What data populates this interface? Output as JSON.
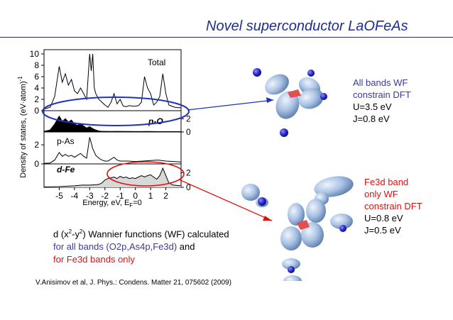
{
  "slide": {
    "title": "Novel superconductor LaOFeAs",
    "citation": "V.Anisimov et al, J. Phys.: Condens. Matter 21, 075602 (2009)"
  },
  "description": {
    "line1_prefix": "d (x",
    "line1_sup1": "2",
    "line1_mid": "-y",
    "line1_sup2": "2",
    "line1_suffix": ") Wannier functions (WF) calculated",
    "line2": "for all bands (O2p,As4p,Fe3d)",
    "line2_and": " and",
    "line3": "for Fe3d bands only"
  },
  "annotation_all_bands": {
    "line1": "All bands WF",
    "line2": "constrain DFT",
    "line3": "U=3.5 eV",
    "line4": "J=0.8 eV"
  },
  "annotation_fe3d": {
    "line1": "Fe3d band",
    "line2": "only WF",
    "line3": "constrain DFT",
    "line4": "U=0.8 eV",
    "line5": "J=0.5 eV"
  },
  "colors": {
    "title": "#1f2d8f",
    "blue_highlight": "#2233bb",
    "red_highlight": "#e01010",
    "orbital_lobe": "#a9c2e4",
    "atom_blue": "#2a2ad0",
    "atom_red": "#e05050"
  },
  "chart_data": {
    "type": "line",
    "ylabel_main": "Density of states, (eV·atom)",
    "ylabel_sup": "-1",
    "xlabel_main": "Energy, eV, E",
    "xlabel_sub": "F",
    "xlabel_tail": "=0",
    "xlim": [
      -6,
      3
    ],
    "xticks": [
      "-5",
      "-4",
      "-3",
      "-2",
      "-1",
      "0",
      "1",
      "2"
    ],
    "panels": [
      {
        "name": "Total",
        "ylim": [
          0,
          10.5
        ],
        "yticks": [
          "10",
          "8",
          "6",
          "4",
          "2",
          "0"
        ],
        "ytick_side": "left",
        "filled": false,
        "x": [
          -6.0,
          -5.6,
          -5.3,
          -5.0,
          -4.8,
          -4.6,
          -4.4,
          -4.2,
          -4.0,
          -3.8,
          -3.6,
          -3.4,
          -3.2,
          -3.0,
          -2.9,
          -2.8,
          -2.7,
          -2.6,
          -2.4,
          -2.2,
          -2.0,
          -1.8,
          -1.6,
          -1.4,
          -1.2,
          -1.0,
          -0.8,
          -0.6,
          -0.4,
          -0.2,
          0.0,
          0.2,
          0.4,
          0.6,
          0.8,
          1.0,
          1.2,
          1.4,
          1.6,
          1.8,
          2.0,
          2.2,
          2.4,
          2.6,
          3.0
        ],
        "y": [
          0.3,
          0.6,
          2.5,
          7.8,
          5.0,
          6.5,
          4.5,
          5.5,
          3.5,
          3.0,
          4.0,
          3.0,
          2.0,
          10.0,
          7.0,
          10.0,
          4.0,
          3.0,
          2.0,
          1.5,
          1.0,
          0.6,
          1.5,
          3.0,
          1.2,
          2.0,
          0.8,
          0.7,
          0.9,
          0.8,
          0.8,
          0.9,
          1.5,
          6.0,
          4.0,
          3.0,
          1.0,
          1.5,
          2.5,
          6.5,
          3.0,
          1.0,
          0.8,
          0.6,
          0.5
        ]
      },
      {
        "name": "p-O",
        "ylim": [
          0,
          3
        ],
        "yticks": [
          "2",
          "0"
        ],
        "ytick_side": "right",
        "filled": true,
        "x": [
          -6.0,
          -5.6,
          -5.3,
          -5.0,
          -4.8,
          -4.6,
          -4.4,
          -4.2,
          -4.0,
          -3.8,
          -3.6,
          -3.4,
          -3.2,
          -3.0,
          -2.8,
          -2.6,
          -2.4,
          -2.2,
          -2.0,
          -1.6,
          -1.2,
          -0.8,
          -0.4,
          0.0,
          0.4,
          0.8,
          1.2,
          1.6,
          2.0,
          2.4,
          3.0
        ],
        "y": [
          0.1,
          0.3,
          1.2,
          2.4,
          1.6,
          2.0,
          1.5,
          1.8,
          1.2,
          1.0,
          1.3,
          0.9,
          0.6,
          0.8,
          0.5,
          0.3,
          0.15,
          0.1,
          0.1,
          0.08,
          0.1,
          0.08,
          0.08,
          0.06,
          0.06,
          0.08,
          0.06,
          0.05,
          0.05,
          0.05,
          0.05
        ]
      },
      {
        "name": "p-As",
        "ylim": [
          0,
          3.2
        ],
        "yticks": [
          "2",
          "0"
        ],
        "ytick_side": "left",
        "filled": false,
        "x": [
          -6.0,
          -5.6,
          -5.3,
          -5.0,
          -4.8,
          -4.6,
          -4.4,
          -4.2,
          -4.0,
          -3.8,
          -3.6,
          -3.4,
          -3.2,
          -3.0,
          -2.8,
          -2.6,
          -2.4,
          -2.2,
          -2.0,
          -1.8,
          -1.6,
          -1.4,
          -1.2,
          -1.0,
          -0.5,
          0.0,
          0.5,
          1.0,
          1.5,
          2.0,
          2.5,
          3.0
        ],
        "y": [
          0.05,
          0.1,
          0.4,
          1.2,
          0.8,
          1.0,
          0.8,
          0.9,
          0.7,
          0.9,
          1.1,
          0.8,
          0.6,
          2.8,
          1.6,
          0.9,
          0.6,
          0.4,
          0.3,
          0.3,
          0.5,
          0.7,
          0.4,
          0.3,
          0.3,
          0.25,
          0.3,
          0.35,
          0.4,
          0.3,
          0.25,
          0.2
        ]
      },
      {
        "name": "d-Fe",
        "ylim": [
          0,
          3
        ],
        "yticks": [
          "2",
          "0"
        ],
        "ytick_side": "right",
        "filled": true,
        "x": [
          -6.0,
          -5.0,
          -4.0,
          -3.5,
          -3.0,
          -2.6,
          -2.4,
          -2.2,
          -2.0,
          -1.8,
          -1.6,
          -1.4,
          -1.2,
          -1.0,
          -0.8,
          -0.6,
          -0.4,
          -0.2,
          0.0,
          0.2,
          0.4,
          0.6,
          0.8,
          1.0,
          1.2,
          1.4,
          1.6,
          1.8,
          2.0,
          2.2,
          2.5,
          3.0
        ],
        "y": [
          0.05,
          0.1,
          0.2,
          0.3,
          0.3,
          0.35,
          0.4,
          0.6,
          1.0,
          1.2,
          1.3,
          1.4,
          1.2,
          1.5,
          1.3,
          1.4,
          1.2,
          1.3,
          1.2,
          1.4,
          1.6,
          1.4,
          1.6,
          1.7,
          1.4,
          1.1,
          1.6,
          2.6,
          1.6,
          0.6,
          0.3,
          0.2
        ]
      }
    ]
  }
}
